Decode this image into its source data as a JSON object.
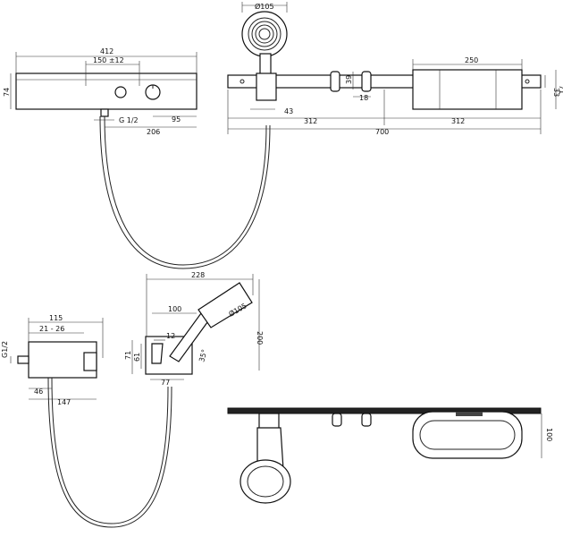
{
  "dimensions": {
    "thermostat_width": "412",
    "thermostat_spacing": "150 ±12",
    "thermostat_height": "74",
    "thread_top": "G 1/2",
    "thermostat_95": "95",
    "thermostat_206": "206",
    "handshower_dia_top": "Ø105",
    "rail_39": "39",
    "rail_18": "18",
    "rail_43": "43",
    "rail_312_left": "312",
    "rail_312_right": "312",
    "rail_total": "700",
    "shelf_width": "250",
    "shelf_33": "33",
    "shelf_71": "71",
    "side_115": "115",
    "side_21_26": "21 - 26",
    "side_thread": "G1/2",
    "side_46": "46",
    "side_147": "147",
    "holder_228": "228",
    "holder_100": "100",
    "holder_dia": "Ø105",
    "holder_12": "12",
    "holder_71": "71",
    "holder_61": "61",
    "holder_77": "77",
    "holder_35deg": "35°",
    "holder_200": "200",
    "basket_100": "100"
  }
}
